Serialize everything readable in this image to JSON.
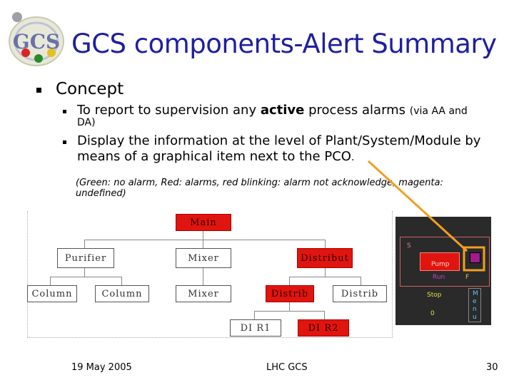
{
  "slide": {
    "title": "GCS components-Alert Summary",
    "logo_text": "GCS",
    "bullet1": "Concept",
    "sub1_main": "To report to supervision any ",
    "sub1_bold": "active",
    "sub1_rest": " process alarms ",
    "sub1_small": "(via AA and",
    "sub1_cont": "DA)",
    "sub2_line1": "Display the information at the level of Plant/System/Module by",
    "sub2_line2": "means of a graphical item next to the PCO",
    "sub2_dot": ".",
    "note_line1": "(Green: no alarm, Red: alarms, red blinking: alarm not acknowledge, magenta:",
    "note_line2": "undefined)"
  },
  "diagram": {
    "main": "Main",
    "purifier": "Purifier",
    "mixer1": "Mixer",
    "distribut": "Distribut",
    "column1": "Column",
    "column2": "Column",
    "mixer2": "Mixer",
    "distrib_red": "Distrib",
    "distrib2": "Distrib",
    "di_r1": "DI R1",
    "di_r2": "DI R2"
  },
  "panel": {
    "s": "S",
    "pump": "Pump",
    "run": "Run",
    "f": "F",
    "stop": "Stop",
    "zero": "0",
    "menu_m": "M",
    "menu_e": "e",
    "menu_n": "n",
    "menu_u": "u"
  },
  "footer": {
    "date": "19 May 2005",
    "center": "LHC GCS",
    "page": "30"
  },
  "colors": {
    "title": "#1f1fa0",
    "alarm_red": "#e0150f",
    "highlight_orange": "#f0a020",
    "panel_bg": "#2a2a2a",
    "magenta_text": "#c040c0"
  }
}
